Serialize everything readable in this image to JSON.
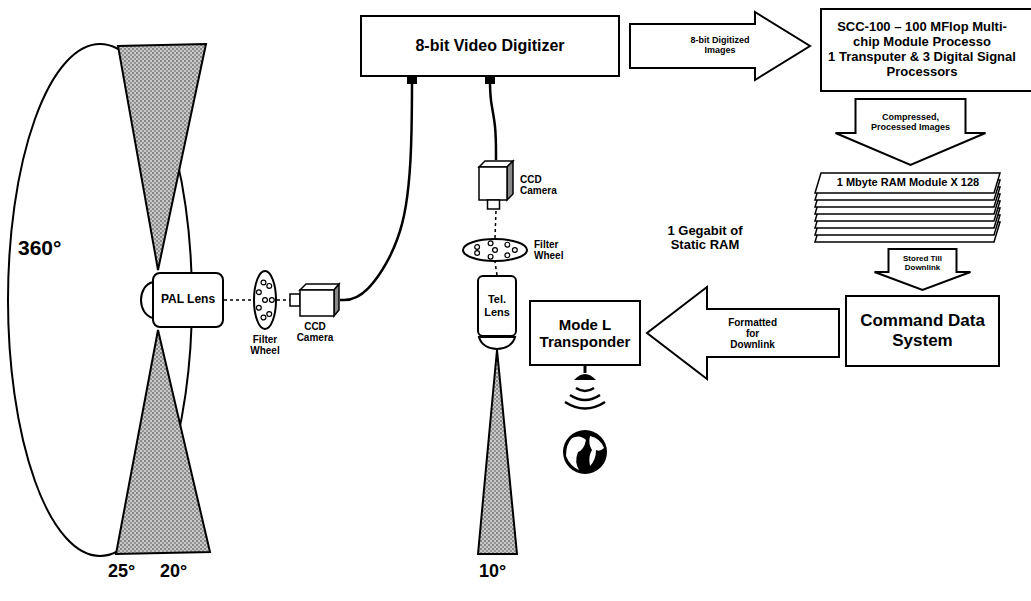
{
  "diagram": {
    "nodes": [
      {
        "text": [
          "8-bit Video Digitizer"
        ]
      },
      {
        "text": [
          "SCC-100 – 100 MFlop Multi-chip Module Processo",
          "1 Transputer & 3 Digital Signal Processors"
        ]
      },
      {
        "text": [
          "PAL Lens"
        ]
      },
      {
        "text": [
          "Filter Wheel"
        ]
      },
      {
        "text": [
          "CCD Camera"
        ]
      },
      {
        "text": [
          "CCD Camera"
        ]
      },
      {
        "text": [
          "Filter Wheel"
        ]
      },
      {
        "text": [
          "Tel. Lens"
        ]
      },
      {
        "text": [
          "1 Mbyte RAM Module X 128"
        ]
      },
      {
        "text": [
          "Command Data System"
        ]
      },
      {
        "text": [
          "Mode L Transponder"
        ]
      }
    ],
    "edges": [
      {
        "from": 2,
        "to": 3,
        "arrow": "none"
      },
      {
        "from": 3,
        "to": 4,
        "arrow": "none"
      },
      {
        "from": 4,
        "to": 0,
        "arrow": "none"
      },
      {
        "from": 7,
        "to": 6,
        "arrow": "none"
      },
      {
        "from": 6,
        "to": 5,
        "arrow": "none"
      },
      {
        "from": 5,
        "to": 0,
        "arrow": "none"
      },
      {
        "from": 0,
        "to": 1,
        "label": "8-bit Digitized Images",
        "arrow": "to"
      },
      {
        "from": 1,
        "to": 8,
        "label": "Compressed, Processed Images",
        "arrow": "to"
      },
      {
        "from": 8,
        "to": 9,
        "label": "Stored Till Downlink",
        "arrow": "to"
      },
      {
        "from": 9,
        "to": 10,
        "label": "Formatted for Downlink",
        "arrow": "to"
      }
    ],
    "labels": [
      "360°",
      "25°",
      "20°",
      "10°",
      "1 Gegabit of Static RAM"
    ]
  }
}
